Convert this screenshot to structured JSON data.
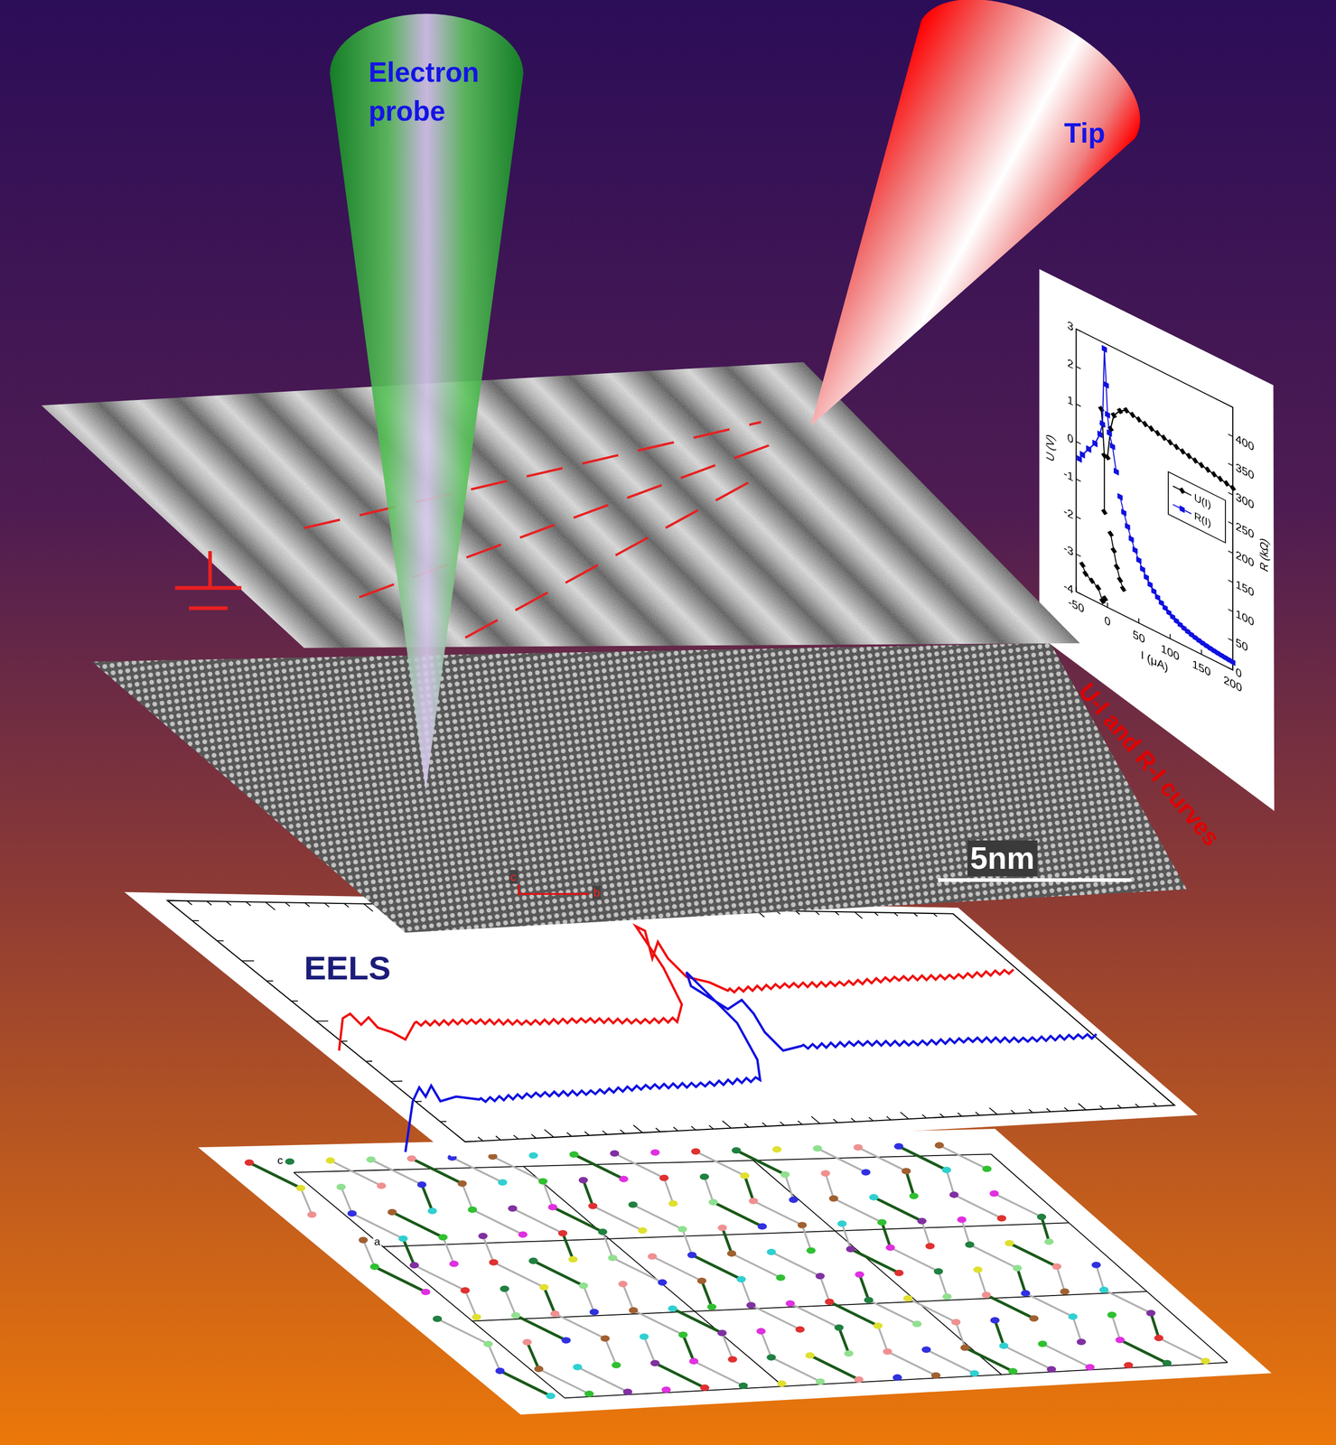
{
  "diagram": {
    "nodes": [
      {
        "text": [
          "Electron probe"
        ]
      },
      {
        "text": [
          "Tip"
        ]
      }
    ],
    "labels": [
      "5nm",
      "EELS",
      "U-I and R-I curves",
      "U (V)",
      "R (kΩ)",
      "I (μA)",
      "3",
      "2",
      "1",
      "0",
      "-1",
      "-2",
      "-3",
      "-4",
      "400",
      "350",
      "300",
      "250",
      "200",
      "150",
      "100",
      "50",
      "0",
      "-50",
      "0",
      "50",
      "100",
      "150",
      "200",
      "c",
      "b",
      "c",
      "a"
    ],
    "legend": [
      {
        "text": "U(I)"
      },
      {
        "text": "R(I)"
      }
    ]
  }
}
